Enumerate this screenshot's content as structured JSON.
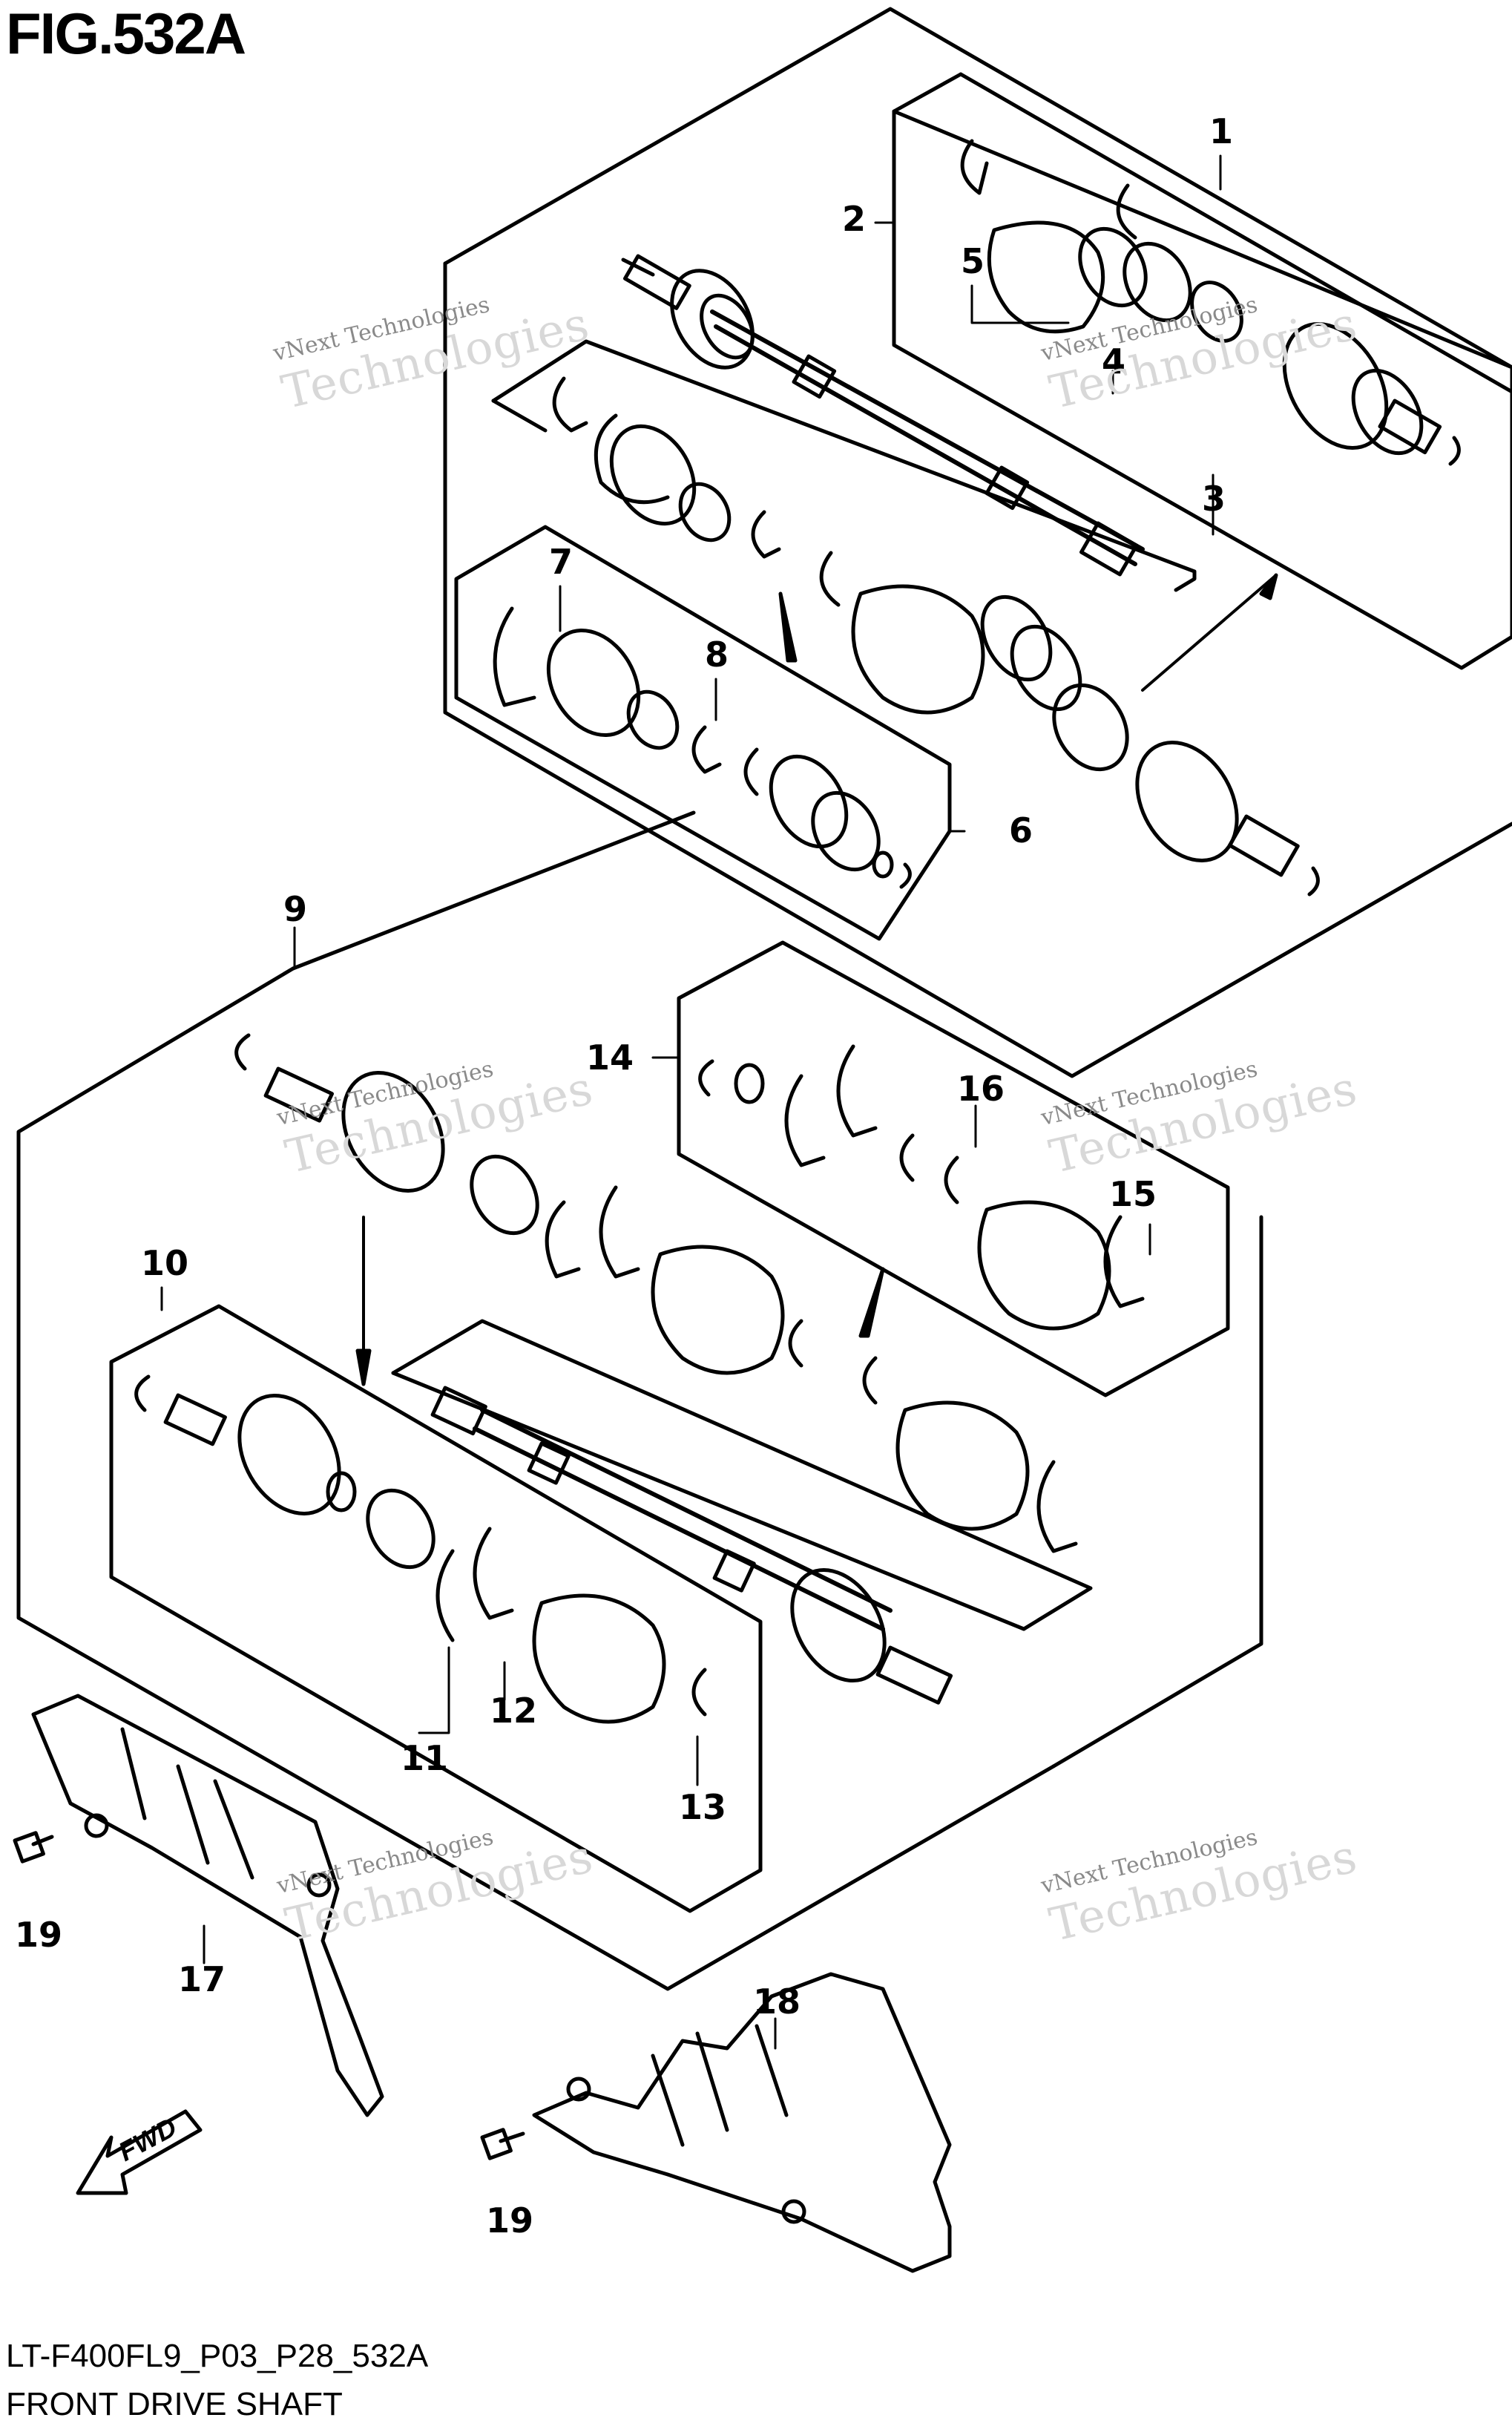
{
  "figure": {
    "title": "FIG.532A",
    "code": "LT-F400FL9_P03_P28_532A",
    "name": "FRONT DRIVE SHAFT"
  },
  "watermark": {
    "line1": "vNext Technologies",
    "line2": "Technologies"
  },
  "direction_label": "FWD",
  "callouts": [
    {
      "id": "c1",
      "text": "1"
    },
    {
      "id": "c2",
      "text": "2"
    },
    {
      "id": "c3",
      "text": "3"
    },
    {
      "id": "c4",
      "text": "4"
    },
    {
      "id": "c5",
      "text": "5"
    },
    {
      "id": "c6",
      "text": "6"
    },
    {
      "id": "c7",
      "text": "7"
    },
    {
      "id": "c8",
      "text": "8"
    },
    {
      "id": "c9",
      "text": "9"
    },
    {
      "id": "c10",
      "text": "10"
    },
    {
      "id": "c11",
      "text": "11"
    },
    {
      "id": "c12",
      "text": "12"
    },
    {
      "id": "c13",
      "text": "13"
    },
    {
      "id": "c14",
      "text": "14"
    },
    {
      "id": "c15",
      "text": "15"
    },
    {
      "id": "c16",
      "text": "16"
    },
    {
      "id": "c17",
      "text": "17"
    },
    {
      "id": "c18",
      "text": "18"
    },
    {
      "id": "c19a",
      "text": "19"
    },
    {
      "id": "c19b",
      "text": "19"
    }
  ]
}
